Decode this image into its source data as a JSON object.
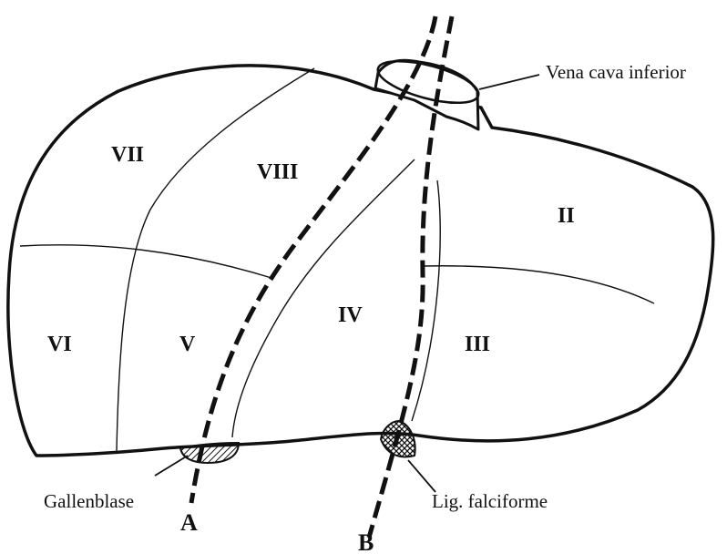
{
  "segments": {
    "s2": "II",
    "s3": "III",
    "s4": "IV",
    "s5": "V",
    "s6": "VI",
    "s7": "VII",
    "s8": "VIII"
  },
  "annotations": {
    "vena_cava": "Vena cava inferior",
    "gallbladder": "Gallenblase",
    "falciform": "Lig. falciforme"
  },
  "lines": {
    "a": "A",
    "b": "B"
  }
}
